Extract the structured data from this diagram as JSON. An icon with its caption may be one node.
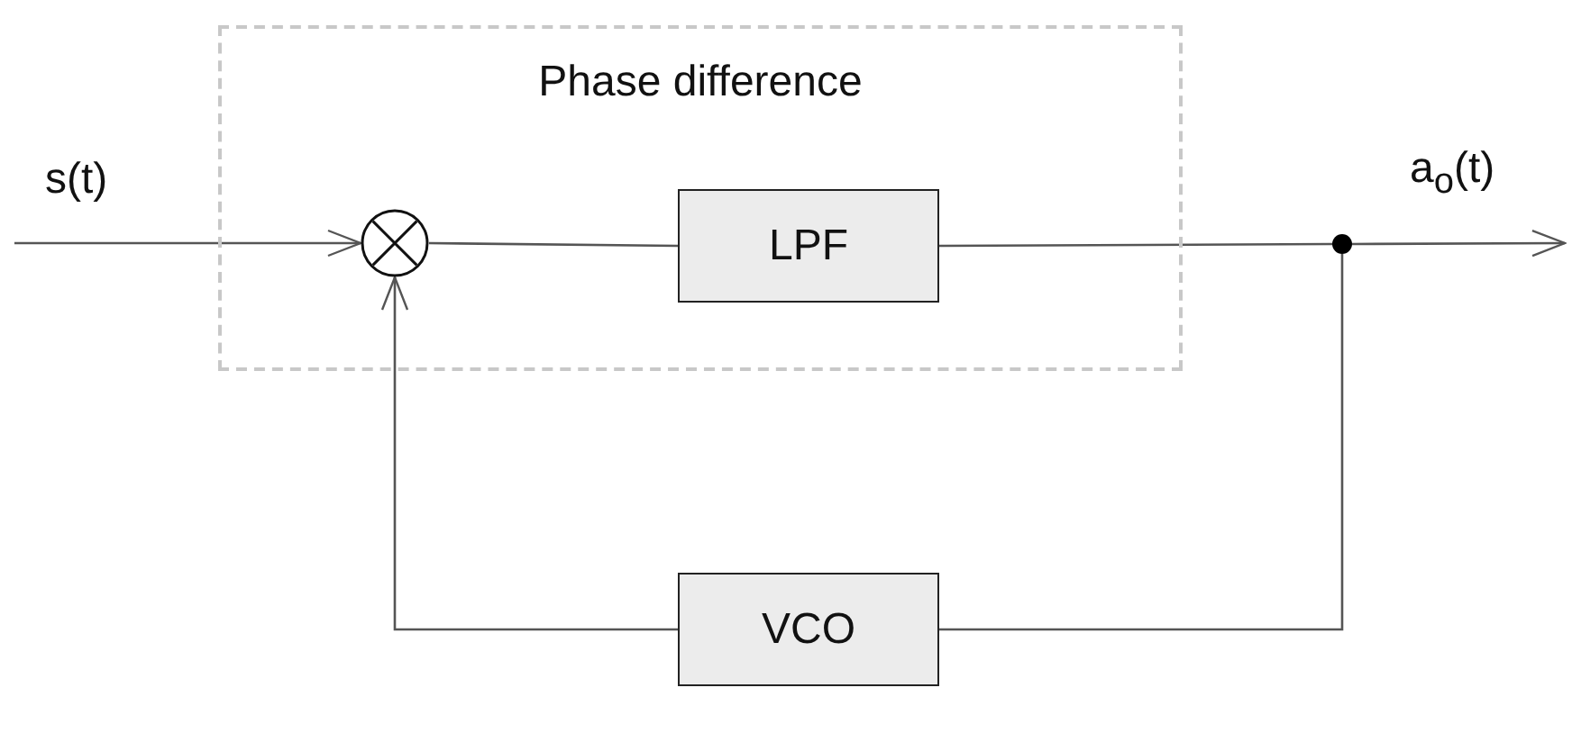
{
  "diagram": {
    "nodes": [
      {
        "text": [
          "Phase difference"
        ]
      },
      {
        "text": [],
        "shape": "circle",
        "in": 0
      },
      {
        "text": [
          "LPF"
        ],
        "in": 0
      },
      {
        "text": [
          "VCO"
        ]
      },
      {
        "text": [],
        "shape": "circle"
      }
    ],
    "edges": [
      {
        "from": null,
        "to": 1,
        "arrow": "to",
        "label": "s(t)"
      },
      {
        "from": 1,
        "to": 2,
        "arrow": "none"
      },
      {
        "from": 2,
        "to": 4,
        "arrow": "none"
      },
      {
        "from": 4,
        "to": null,
        "arrow": "to",
        "label": "a$_{o}$(t)"
      },
      {
        "from": 4,
        "to": 3,
        "arrow": "none"
      },
      {
        "from": 3,
        "to": 1,
        "arrow": "to"
      }
    ]
  }
}
